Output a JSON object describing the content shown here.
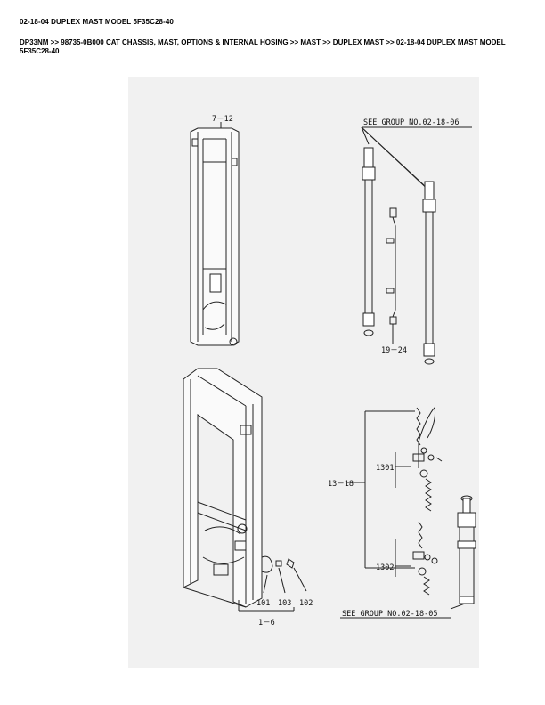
{
  "page": {
    "title": "02-18-04 DUPLEX MAST MODEL 5F35C28-40",
    "breadcrumb": "DP33NM >> 98735-0B000 CAT CHASSIS, MAST, OPTIONS & INTERNAL HOSING >> MAST >> DUPLEX MAST >> 02-18-04 DUPLEX MAST MODEL 5F35C28-40"
  },
  "diagram": {
    "labels": {
      "inner_mast": "7－12",
      "see_group_top": "SEE GROUP NO.02-18-06",
      "hose_assy": "19－24",
      "outer_mast": "1－6",
      "p101": "101",
      "p103": "103",
      "p102": "102",
      "chain_assy": "13－18",
      "p1301": "1301",
      "p1302": "1302",
      "see_group_bottom": "SEE GROUP NO.02-18-05"
    }
  }
}
